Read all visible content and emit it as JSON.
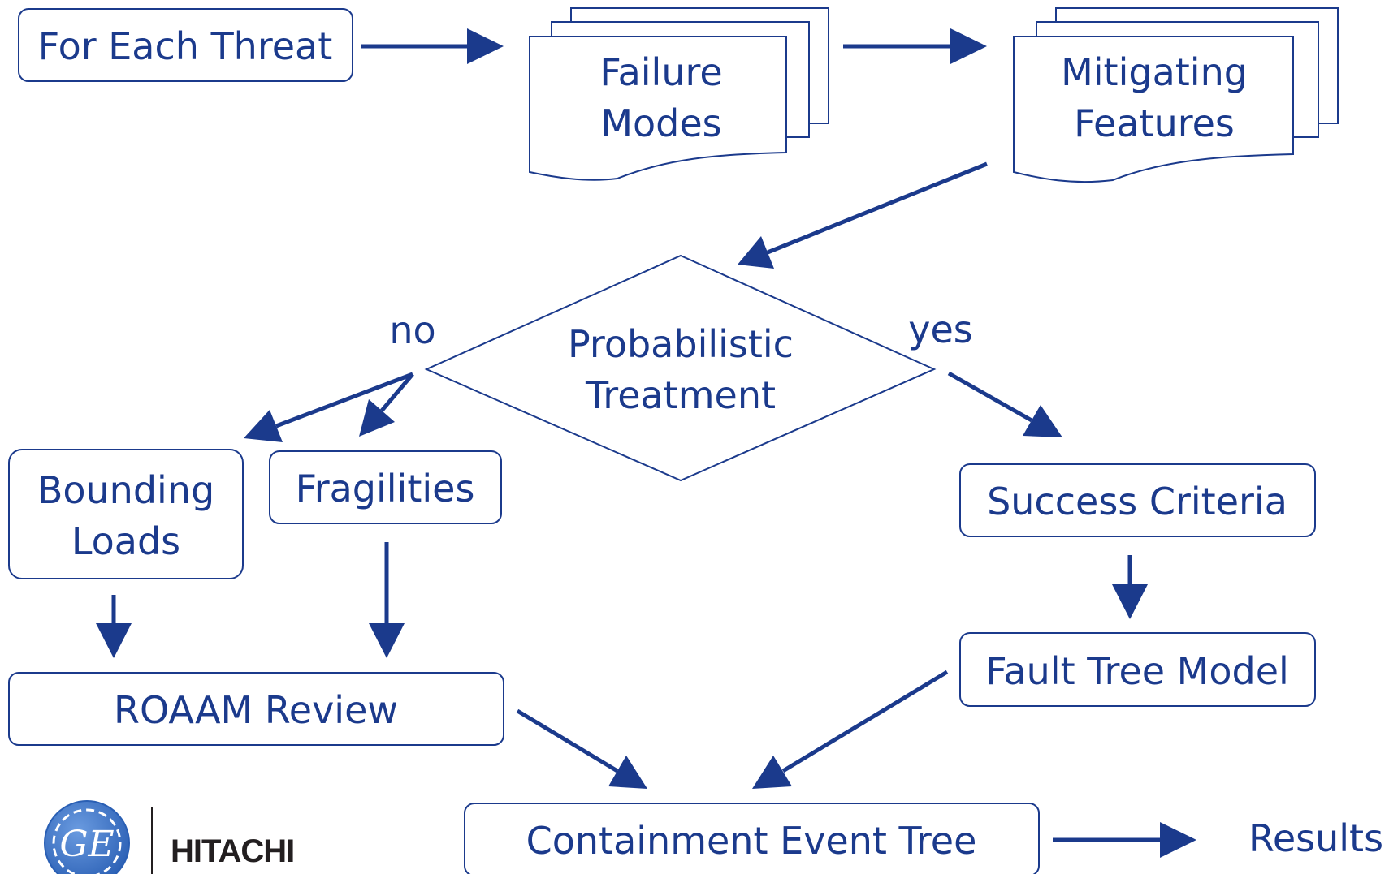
{
  "nodes": {
    "for_each_threat": "For Each Threat",
    "failure_modes": [
      "Failure",
      "Modes"
    ],
    "mitigating_features": [
      "Mitigating",
      "Features"
    ],
    "probabilistic_treatment": [
      "Probabilistic",
      "Treatment"
    ],
    "bounding_loads": [
      "Bounding",
      "Loads"
    ],
    "fragilities": "Fragilities",
    "success_criteria": "Success Criteria",
    "fault_tree_model": "Fault Tree Model",
    "roaam_review": "ROAAM Review",
    "containment_event_tree": "Containment Event Tree",
    "results": "Results"
  },
  "branches": {
    "no": "no",
    "yes": "yes"
  },
  "logos": {
    "ge": {
      "name": "ge-logo",
      "text": "GE",
      "color": "#3a6fc4"
    },
    "hitachi": {
      "text": "HITACHI"
    }
  },
  "colors": {
    "primary": "#1b3a8c",
    "box_fill": "#ffffff"
  }
}
